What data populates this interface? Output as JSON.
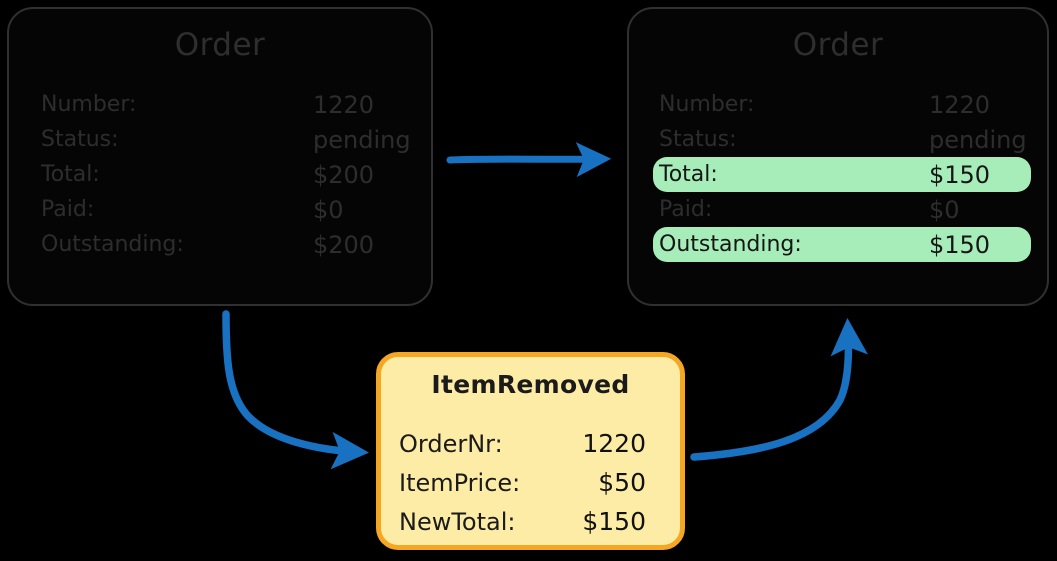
{
  "diagram": {
    "title_before": "Order",
    "title_after": "Order",
    "accent_colors": {
      "arrow_blue": "#1971c2",
      "highlight_green": "#a7edb9",
      "event_fill": "#fdeca6",
      "event_border": "#f5a623",
      "box_border": "#303030",
      "background": "#000000",
      "text_dark": "#2d2d2d"
    }
  },
  "order_before": {
    "title": "Order",
    "fields": [
      {
        "label": "Number:",
        "value": "1220",
        "highlighted": false
      },
      {
        "label": "Status:",
        "value": "pending",
        "highlighted": false
      },
      {
        "label": "Total:",
        "value": "$200",
        "highlighted": false
      },
      {
        "label": "Paid:",
        "value": "$0",
        "highlighted": false
      },
      {
        "label": "Outstanding:",
        "value": "$200",
        "highlighted": false
      }
    ]
  },
  "order_after": {
    "title": "Order",
    "fields": [
      {
        "label": "Number:",
        "value": "1220",
        "highlighted": false
      },
      {
        "label": "Status:",
        "value": "pending",
        "highlighted": false
      },
      {
        "label": "Total:",
        "value": "$150",
        "highlighted": true
      },
      {
        "label": "Paid:",
        "value": "$0",
        "highlighted": false
      },
      {
        "label": "Outstanding:",
        "value": "$150",
        "highlighted": true
      }
    ]
  },
  "event": {
    "title": "ItemRemoved",
    "fields": [
      {
        "label": "OrderNr:",
        "value": "1220"
      },
      {
        "label": "ItemPrice:",
        "value": "$50"
      },
      {
        "label": "NewTotal:",
        "value": "$150"
      }
    ]
  },
  "arrows": [
    {
      "name": "arrow-before-to-after",
      "from": "order_before",
      "to": "order_after"
    },
    {
      "name": "arrow-before-to-event",
      "from": "order_before",
      "to": "event"
    },
    {
      "name": "arrow-event-to-after",
      "from": "event",
      "to": "order_after"
    }
  ]
}
